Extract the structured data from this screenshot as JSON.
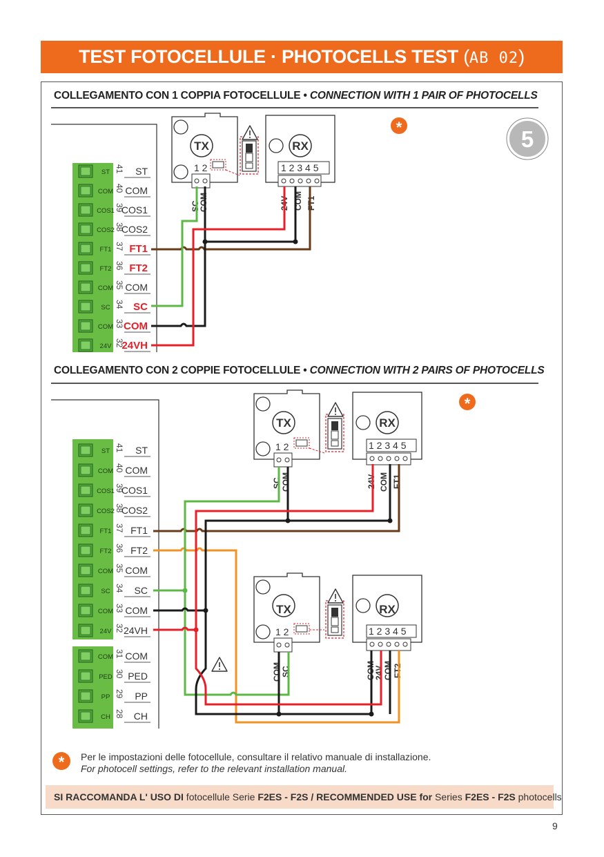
{
  "header": {
    "title": "TEST FOTOCELLULE · PHOTOCELLS TEST",
    "code": "AB 02",
    "open_paren": "(",
    "close_paren": ")"
  },
  "section1": {
    "title_it": "COLLEGAMENTO CON 1 COPPIA FOTOCELLULE •",
    "title_en": "CONNECTION WITH 1 PAIR OF PHOTOCELLS",
    "step_number": "5"
  },
  "section2": {
    "title_it": "COLLEGAMENTO CON 2 COPPIE FOTOCELLULE •",
    "title_en": "CONNECTION WITH 2 PAIRS OF PHOTOCELLS"
  },
  "terminals_top": [
    {
      "tag": "ST",
      "num": "41",
      "label": "ST"
    },
    {
      "tag": "COM",
      "num": "40",
      "label": "COM"
    },
    {
      "tag": "COS1",
      "num": "39",
      "label": "COS1"
    },
    {
      "tag": "COS2",
      "num": "38",
      "label": "COS2"
    },
    {
      "tag": "FT1",
      "num": "37",
      "label": "FT1"
    },
    {
      "tag": "FT2",
      "num": "36",
      "label": "FT2"
    },
    {
      "tag": "COM",
      "num": "35",
      "label": "COM"
    },
    {
      "tag": "SC",
      "num": "34",
      "label": "SC"
    },
    {
      "tag": "COM",
      "num": "33",
      "label": "COM"
    },
    {
      "tag": "24V",
      "num": "32",
      "label": "24VH"
    }
  ],
  "terminals_bottom": [
    {
      "tag": "ST",
      "num": "41",
      "label": "ST"
    },
    {
      "tag": "COM",
      "num": "40",
      "label": "COM"
    },
    {
      "tag": "COS1",
      "num": "39",
      "label": "COS1"
    },
    {
      "tag": "COS2",
      "num": "38",
      "label": "COS2"
    },
    {
      "tag": "FT1",
      "num": "37",
      "label": "FT1"
    },
    {
      "tag": "FT2",
      "num": "36",
      "label": "FT2"
    },
    {
      "tag": "COM",
      "num": "35",
      "label": "COM"
    },
    {
      "tag": "SC",
      "num": "34",
      "label": "SC"
    },
    {
      "tag": "COM",
      "num": "33",
      "label": "COM"
    },
    {
      "tag": "24V",
      "num": "32",
      "label": "24VH"
    },
    {
      "tag": "COM",
      "num": "31",
      "label": "COM"
    },
    {
      "tag": "PED",
      "num": "30",
      "label": "PED"
    },
    {
      "tag": "PP",
      "num": "29",
      "label": "PP"
    },
    {
      "tag": "CH",
      "num": "28",
      "label": "CH"
    }
  ],
  "device_labels": {
    "tx": "TX",
    "rx": "RX",
    "tx_terminals": "1 2",
    "rx_terminals": "1 2 3 4 5",
    "tx_pins_a": [
      "SC",
      "COM"
    ],
    "tx_pins_b": [
      "COM",
      "SC"
    ],
    "rx_pins_a": [
      "24V",
      "COM",
      "FT1"
    ],
    "rx_pins_b": [
      "COM",
      "24V",
      "COM",
      "FT2"
    ]
  },
  "note": {
    "star": "*",
    "it": "Per le impostazioni delle fotocellule, consultare il relativo manuale di installazione.",
    "en": "For photocell settings, refer to the relevant installation manual."
  },
  "recommend": {
    "p1": "SI RACCOMANDA L' USO DI",
    "p2": " fotocellule Serie ",
    "p3": "F2ES - F2S / RECOMMENDED USE for",
    "p4": " Series ",
    "p5": "F2ES - F2S",
    "p6": " photocells"
  },
  "page_number": "9",
  "colors": {
    "accent": "#ee6b1e",
    "terminal_green": "#69bd45",
    "wire_red": "#e5202a",
    "wire_black": "#1a1a1a",
    "wire_brown": "#6a3a16",
    "wire_green": "#5cb845",
    "wire_orange": "#f29124",
    "highlight_red": "#e5202a"
  }
}
